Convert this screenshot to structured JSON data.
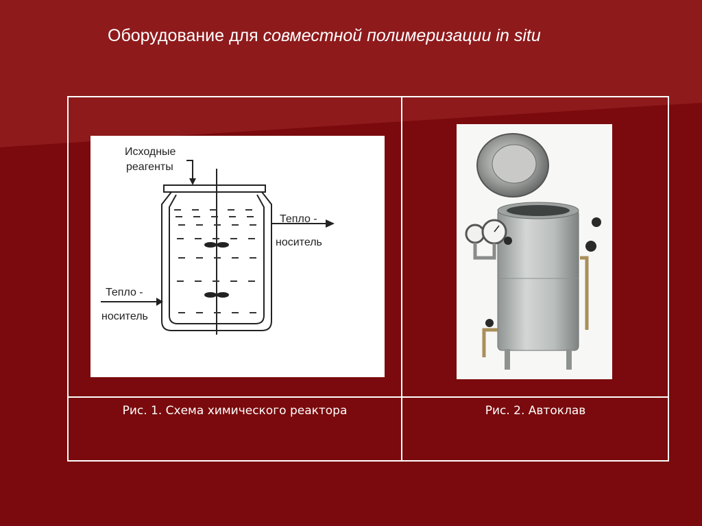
{
  "slide": {
    "title_plain": "Оборудование для",
    "title_italic": "совместной полимеризации   in situ"
  },
  "figure1": {
    "caption": "Рис. 1. Схема химического реактора",
    "label_top_line1": "Исходные",
    "label_top_line2": "реагенты",
    "label_right_line1": "Тепло -",
    "label_right_line2": "носитель",
    "label_left_line1": "Тепло -",
    "label_left_line2": "носитель"
  },
  "figure2": {
    "caption": "Рис. 2. Автоклав"
  },
  "colors": {
    "background": "#7a0a0d",
    "background_accent": "#8e1a1c",
    "text": "#ffffff"
  }
}
